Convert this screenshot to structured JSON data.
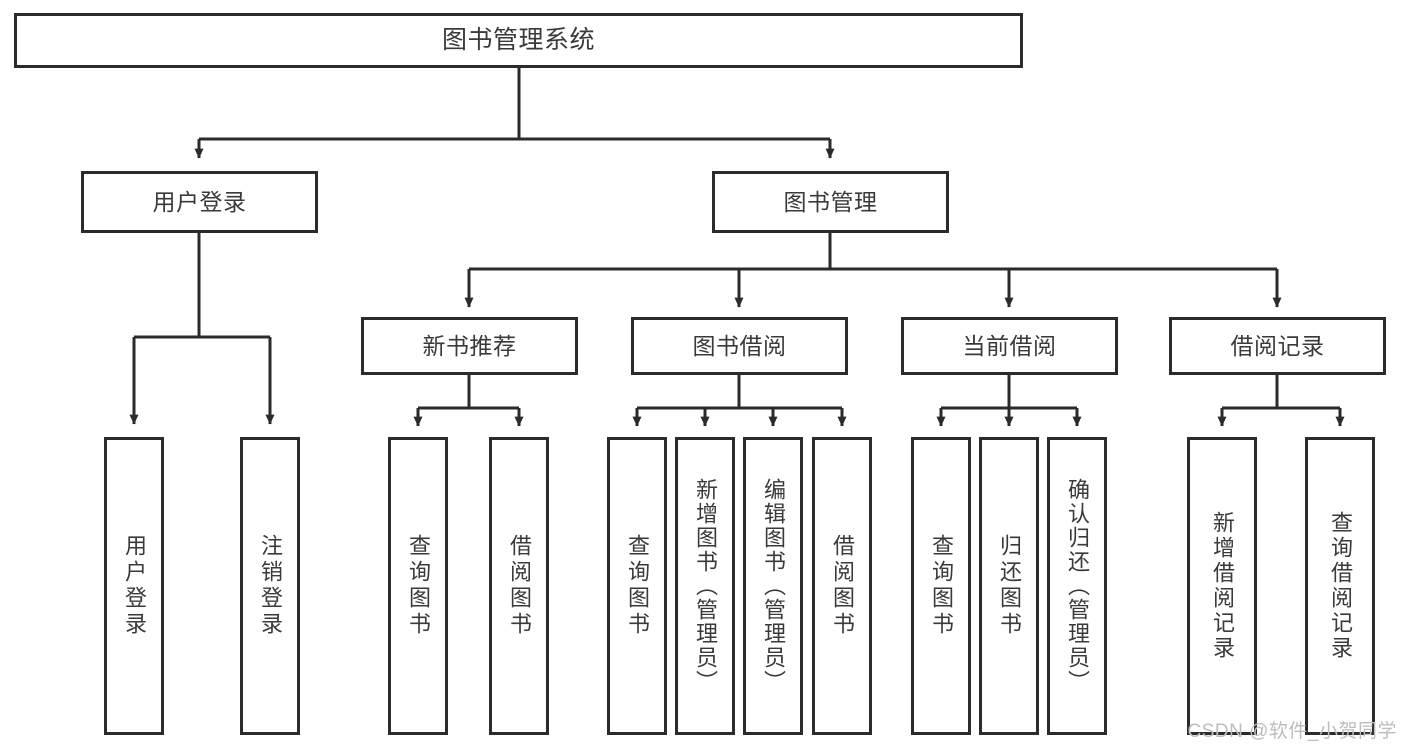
{
  "diagram": {
    "type": "tree-hierarchy-chart",
    "title": "图书管理系统",
    "watermark": "CSDN @软件_小贺同学",
    "colors": {
      "stroke": "#2b2b2b",
      "text": "#3a3a3a",
      "background": "#ffffff",
      "watermark": "#bdbdbd"
    },
    "levels": {
      "level1": [
        "图书管理系统"
      ],
      "level2": [
        "用户登录",
        "图书管理"
      ],
      "level3": [
        "新书推荐",
        "图书借阅",
        "当前借阅",
        "借阅记录"
      ],
      "level4": [
        "用户登录",
        "注销登录",
        "查询图书",
        "借阅图书",
        "查询图书",
        "新增图书（管理员）",
        "编辑图书（管理员）",
        "借阅图书",
        "查询图书",
        "归还图书",
        "确认归还（管理员）",
        "新增借阅记录",
        "查询借阅记录"
      ]
    },
    "nodes": {
      "root": {
        "label": "图书管理系统"
      },
      "user_login": {
        "label": "用户登录"
      },
      "book_manage": {
        "label": "图书管理"
      },
      "new_book_rec": {
        "label": "新书推荐"
      },
      "book_borrow": {
        "label": "图书借阅"
      },
      "current_borrow": {
        "label": "当前借阅"
      },
      "borrow_record": {
        "label": "借阅记录"
      },
      "leaf_user_login": {
        "label": "用户登录"
      },
      "leaf_logout": {
        "label": "注销登录"
      },
      "leaf_query_book_a": {
        "label": "查询图书"
      },
      "leaf_borrow_book_a": {
        "label": "借阅图书"
      },
      "leaf_query_book_b": {
        "label": "查询图书"
      },
      "leaf_add_book": {
        "label": "新增图书（管理员）"
      },
      "leaf_edit_book": {
        "label": "编辑图书（管理员）"
      },
      "leaf_borrow_book_b": {
        "label": "借阅图书"
      },
      "leaf_query_book_c": {
        "label": "查询图书"
      },
      "leaf_return_book": {
        "label": "归还图书"
      },
      "leaf_confirm_return": {
        "label": "确认归还（管理员）"
      },
      "leaf_add_record": {
        "label": "新增借阅记录"
      },
      "leaf_query_record": {
        "label": "查询借阅记录"
      }
    },
    "edges": [
      {
        "from": "root",
        "to": "user_login"
      },
      {
        "from": "root",
        "to": "book_manage"
      },
      {
        "from": "user_login",
        "to": "leaf_user_login"
      },
      {
        "from": "user_login",
        "to": "leaf_logout"
      },
      {
        "from": "book_manage",
        "to": "new_book_rec"
      },
      {
        "from": "book_manage",
        "to": "book_borrow"
      },
      {
        "from": "book_manage",
        "to": "current_borrow"
      },
      {
        "from": "book_manage",
        "to": "borrow_record"
      },
      {
        "from": "new_book_rec",
        "to": "leaf_query_book_a"
      },
      {
        "from": "new_book_rec",
        "to": "leaf_borrow_book_a"
      },
      {
        "from": "book_borrow",
        "to": "leaf_query_book_b"
      },
      {
        "from": "book_borrow",
        "to": "leaf_add_book"
      },
      {
        "from": "book_borrow",
        "to": "leaf_edit_book"
      },
      {
        "from": "book_borrow",
        "to": "leaf_borrow_book_b"
      },
      {
        "from": "current_borrow",
        "to": "leaf_query_book_c"
      },
      {
        "from": "current_borrow",
        "to": "leaf_return_book"
      },
      {
        "from": "current_borrow",
        "to": "leaf_confirm_return"
      },
      {
        "from": "borrow_record",
        "to": "leaf_add_record"
      },
      {
        "from": "borrow_record",
        "to": "leaf_query_record"
      }
    ]
  }
}
